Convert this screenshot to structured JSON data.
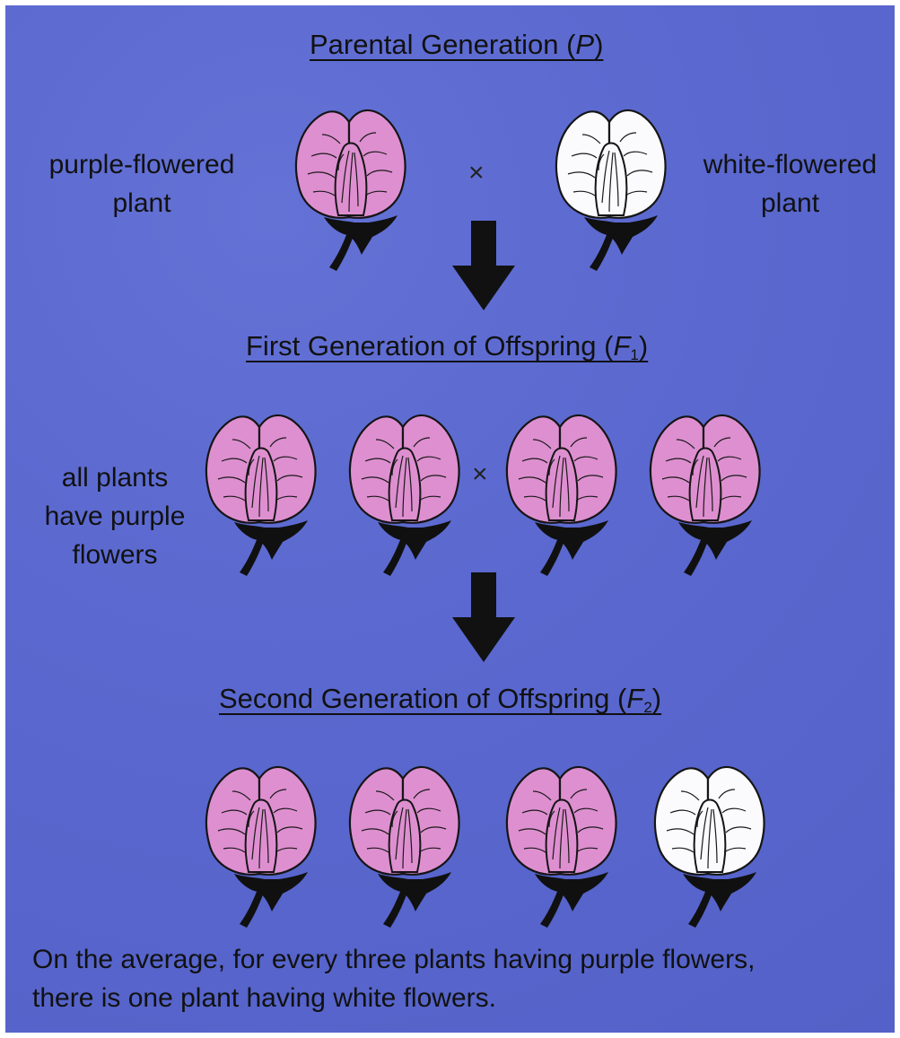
{
  "parental": {
    "heading": "Parental Generation",
    "symbol": "P",
    "left_label_line1": "purple-flowered",
    "left_label_line2": "plant",
    "right_label_line1": "white-flowered",
    "right_label_line2": "plant"
  },
  "cross": "×",
  "first_gen": {
    "heading": "First Generation of Offspring",
    "symbol": "F",
    "subscript": "1",
    "label_line1": "all plants",
    "label_line2": "have purple",
    "label_line3": "flowers"
  },
  "second_gen": {
    "heading": "Second Generation of Offspring",
    "symbol": "F",
    "subscript": "2"
  },
  "summary": {
    "line1": "On the average, for every three plants having purple flowers,",
    "line2": "there is one plant having white flowers."
  },
  "colors": {
    "background": "#5a68cf",
    "purple_flower": "#de8fd0",
    "white_flower": "#fbfafc",
    "ink": "#111111"
  }
}
